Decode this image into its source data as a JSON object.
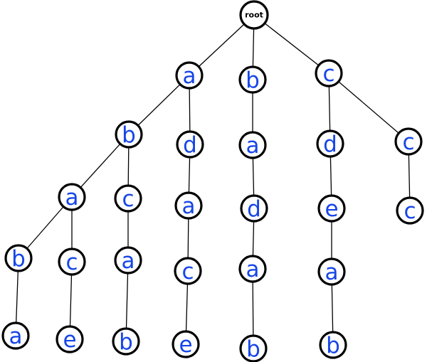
{
  "colors": {
    "node_label": "#1646e8",
    "node_stroke": "#000000",
    "edge": "#000000",
    "background": "#ffffff"
  },
  "trie": {
    "root": {
      "id": "root",
      "label": "root"
    },
    "nodes": [
      {
        "id": "n_a",
        "label": "a",
        "parent": "root"
      },
      {
        "id": "n_b",
        "label": "b",
        "parent": "root"
      },
      {
        "id": "n_c",
        "label": "c",
        "parent": "root"
      },
      {
        "id": "n_ab",
        "label": "b",
        "parent": "n_a"
      },
      {
        "id": "n_ad",
        "label": "d",
        "parent": "n_a"
      },
      {
        "id": "n_ba",
        "label": "a",
        "parent": "n_b"
      },
      {
        "id": "n_cd",
        "label": "d",
        "parent": "n_c"
      },
      {
        "id": "n_cc",
        "label": "c",
        "parent": "n_c"
      },
      {
        "id": "n_aba",
        "label": "a",
        "parent": "n_ab"
      },
      {
        "id": "n_abc",
        "label": "c",
        "parent": "n_ab"
      },
      {
        "id": "n_ada",
        "label": "a",
        "parent": "n_ad"
      },
      {
        "id": "n_bad",
        "label": "d",
        "parent": "n_ba"
      },
      {
        "id": "n_cde",
        "label": "e",
        "parent": "n_cd"
      },
      {
        "id": "n_ccc",
        "label": "c",
        "parent": "n_cc"
      },
      {
        "id": "n_abab",
        "label": "b",
        "parent": "n_aba"
      },
      {
        "id": "n_abac",
        "label": "c",
        "parent": "n_aba"
      },
      {
        "id": "n_abca",
        "label": "a",
        "parent": "n_abc"
      },
      {
        "id": "n_adac",
        "label": "c",
        "parent": "n_ada"
      },
      {
        "id": "n_bada",
        "label": "a",
        "parent": "n_bad"
      },
      {
        "id": "n_cdea",
        "label": "a",
        "parent": "n_cde"
      },
      {
        "id": "n_ababa",
        "label": "a",
        "parent": "n_abab"
      },
      {
        "id": "n_abace",
        "label": "e",
        "parent": "n_abac"
      },
      {
        "id": "n_abcab",
        "label": "b",
        "parent": "n_abca"
      },
      {
        "id": "n_adace",
        "label": "e",
        "parent": "n_adac"
      },
      {
        "id": "n_badab",
        "label": "b",
        "parent": "n_bada"
      },
      {
        "id": "n_cdeab",
        "label": "b",
        "parent": "n_cdea"
      }
    ]
  }
}
